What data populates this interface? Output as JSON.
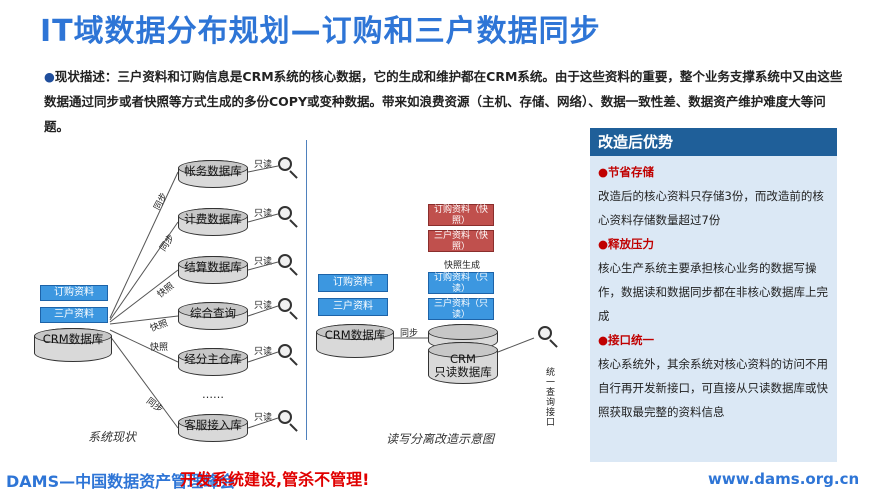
{
  "title": "IT域数据分布规划—订购和三户数据同步",
  "description": {
    "bullet": "●",
    "text": "现状描述：三户资料和订购信息是CRM系统的核心数据，它的生成和维护都在CRM系统。由于这些资料的重要，整个业务支撑系统中又由这些数据通过同步或者快照等方式生成的多份COPY或变种数据。带来如浪费资源（主机、存储、网络）、数据一致性差、数据资产维护难度大等问题。"
  },
  "left_diagram": {
    "source_tags": [
      "订购资料",
      "三户资料"
    ],
    "source_db": "CRM数据库",
    "targets": [
      {
        "db": "帐务数据库",
        "link": "同步",
        "access": "只读"
      },
      {
        "db": "计费数据库",
        "link": "同步",
        "access": "只读"
      },
      {
        "db": "结算数据库",
        "link": "快照",
        "access": "只读"
      },
      {
        "db": "综合查询",
        "link": "快照",
        "access": "只读"
      },
      {
        "db": "经分主仓库",
        "link": "快照",
        "access": "只读"
      },
      {
        "db": "客服接入库",
        "link": "同步",
        "access": "只读"
      }
    ],
    "ellipsis": "……",
    "caption": "系统现状"
  },
  "right_diagram": {
    "source_tags": [
      "订购资料",
      "三户资料"
    ],
    "source_db": "CRM数据库",
    "sync_label": "同步",
    "snapshot_tags": [
      "订购资料（快照）",
      "三户资料（快照）"
    ],
    "snapshot_label": "快照生成",
    "readonly_tags": [
      "订购资料（只读）",
      "三户资料（只读）"
    ],
    "readonly_db": "CRM只读数据库",
    "readonly_db_label_top": "CRM",
    "readonly_db_label_bottom": "只读数据库",
    "interface_label": "统一查询接口",
    "caption": "读写分离改造示意图"
  },
  "panel": {
    "header": "改造后优势",
    "items": [
      {
        "heading": "●节省存储",
        "body": "改造后的核心资料只存储3份，而改造前的核心资料存储数量超过7份"
      },
      {
        "heading": "●释放压力",
        "body": "核心生产系统主要承担核心业务的数据写操作，数据读和数据同步都在非核心数据库上完成"
      },
      {
        "heading": "●接口统一",
        "body": "核心系统外，其余系统对核心资料的访问不用自行再开发新接口，可直接从只读数据库或快照获取最完整的资料信息"
      }
    ]
  },
  "footer": {
    "left": "DAMS—中国数据资产管理峰会",
    "slogan": "开发系统建设,管杀不管理!",
    "right": "www.dams.org.cn"
  }
}
